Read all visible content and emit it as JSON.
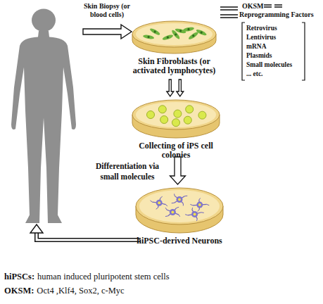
{
  "diagram": {
    "nodes": [
      {
        "text": [
          "Skin Fibroblasts (or activated lymphocytes)"
        ]
      },
      {
        "text": [
          "Collecting of iPS cell colonies"
        ]
      },
      {
        "text": [
          "hiPSC-derived Neurons"
        ]
      }
    ],
    "edges": [
      {
        "from": 0,
        "to": 1,
        "arrow": "to"
      },
      {
        "from": 1,
        "to": 2,
        "label": "Differentiation via small molecules",
        "arrow": "to"
      }
    ],
    "labels": [
      "Skin Biopsy (or blood cells)",
      "OKSM",
      "Reprogramming Factors",
      "Retrovirus",
      "Lentivirus",
      "mRNA",
      "Plasmids",
      "Small molecules",
      "... etc.",
      "hiPSCs:",
      "human induced pluripotent stem cells",
      "OKSM:",
      "Oct4 ,Klf4, Sox2, c-Myc"
    ]
  }
}
